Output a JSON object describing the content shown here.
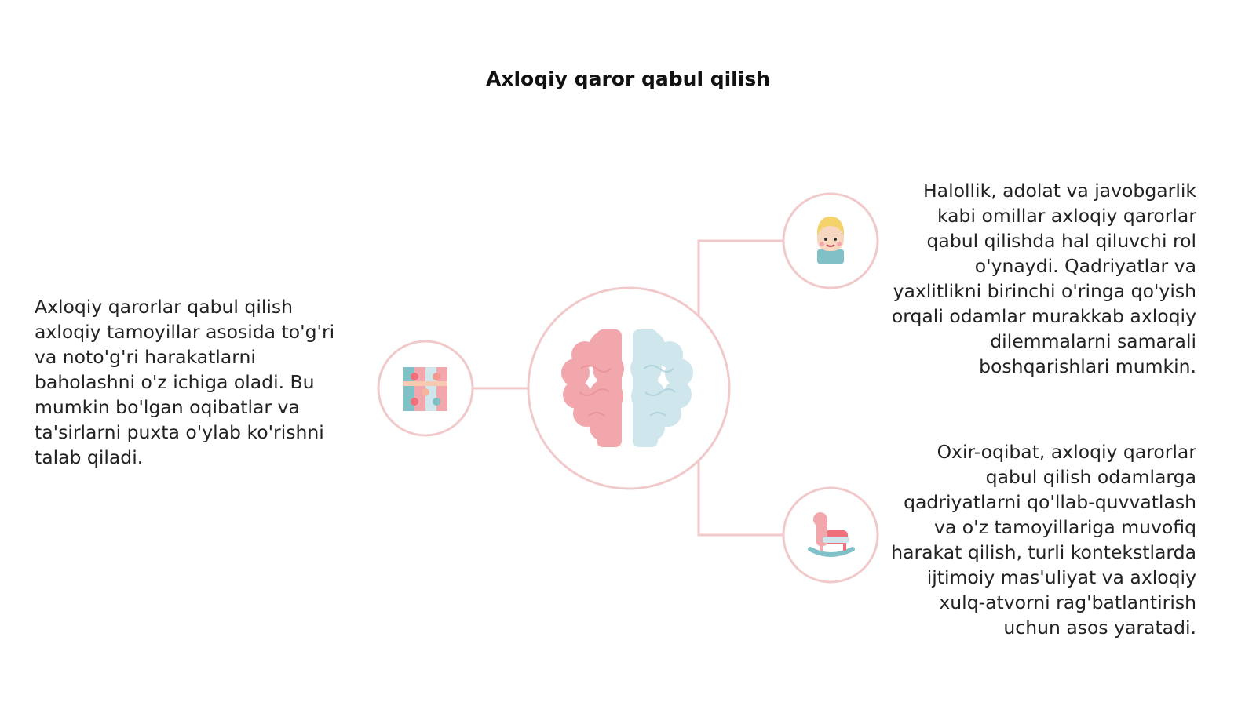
{
  "title": "Axloqiy qaror qabul qilish",
  "central_node": {
    "icon": "brain-icon"
  },
  "nodes": [
    {
      "icon": "puzzle-icon",
      "text": "Axloqiy qarorlar qabul qilish axloqiy tamoyillar asosida to'g'ri va noto'g'ri harakatlarni baholashni o'z ichiga oladi. Bu mumkin bo'lgan oqibatlar va ta'sirlarni puxta o'ylab ko'rishni talab qiladi."
    },
    {
      "icon": "child-face-icon",
      "text": "Halollik, adolat va javobgarlik kabi omillar axloqiy qarorlar qabul qilishda hal qiluvchi rol o'ynaydi. Qadriyatlar va yaxlitlikni birinchi o'ringa qo'yish orqali odamlar murakkab axloqiy dilemmalarni samarali boshqarishlari mumkin."
    },
    {
      "icon": "rocking-horse-icon",
      "text": "Oxir-oqibat, axloqiy qarorlar qabul qilish odamlarga qadriyatlarni qo'llab-quvvatlash va o'z tamoyillariga muvofiq harakat qilish, turli kontekstlarda ijtimoiy mas'uliyat va axloqiy xulq-atvorni rag'batlantirish uchun asos yaratadi."
    }
  ],
  "colors": {
    "connector": "#f1c9cb",
    "pink": "#f2a7ac",
    "light_blue": "#cfe6ec",
    "teal": "#7fc1c6"
  }
}
